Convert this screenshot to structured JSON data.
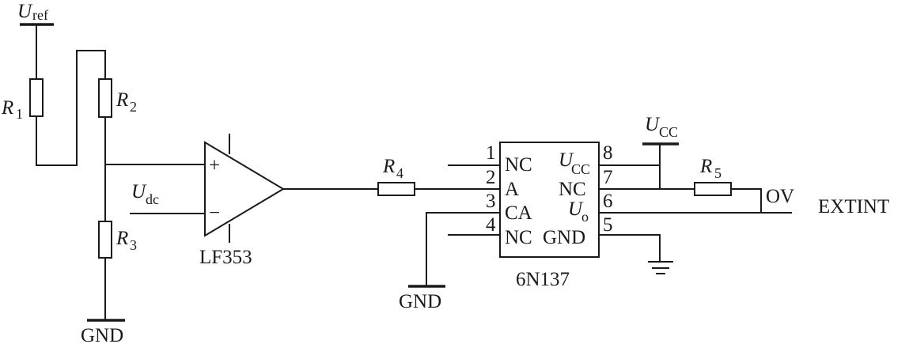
{
  "labels": {
    "uref": "U",
    "uref_sub": "ref",
    "r1": "R",
    "r1_sub": "1",
    "r2": "R",
    "r2_sub": "2",
    "r3": "R",
    "r3_sub": "3",
    "r4": "R",
    "r4_sub": "4",
    "r5": "R",
    "r5_sub": "5",
    "udc": "U",
    "udc_sub": "dc",
    "ucc": "U",
    "ucc_sub": "CC",
    "opamp_plus": "+",
    "opamp_minus": "−",
    "opamp_name": "LF353",
    "gnd_left": "GND",
    "gnd_mid": "GND",
    "ov": "OV",
    "extint": "EXTINT"
  },
  "ic": {
    "name": "6N137",
    "pins_left": [
      {
        "num": "1",
        "name": "NC"
      },
      {
        "num": "2",
        "name": "A"
      },
      {
        "num": "3",
        "name": "CA"
      },
      {
        "num": "4",
        "name": "NC"
      }
    ],
    "pins_right": [
      {
        "num": "8",
        "name": "U",
        "sub": "CC"
      },
      {
        "num": "7",
        "name": "NC",
        "sub": ""
      },
      {
        "num": "6",
        "name": "U",
        "sub": "o"
      },
      {
        "num": "5",
        "name": "GND",
        "sub": ""
      }
    ]
  }
}
